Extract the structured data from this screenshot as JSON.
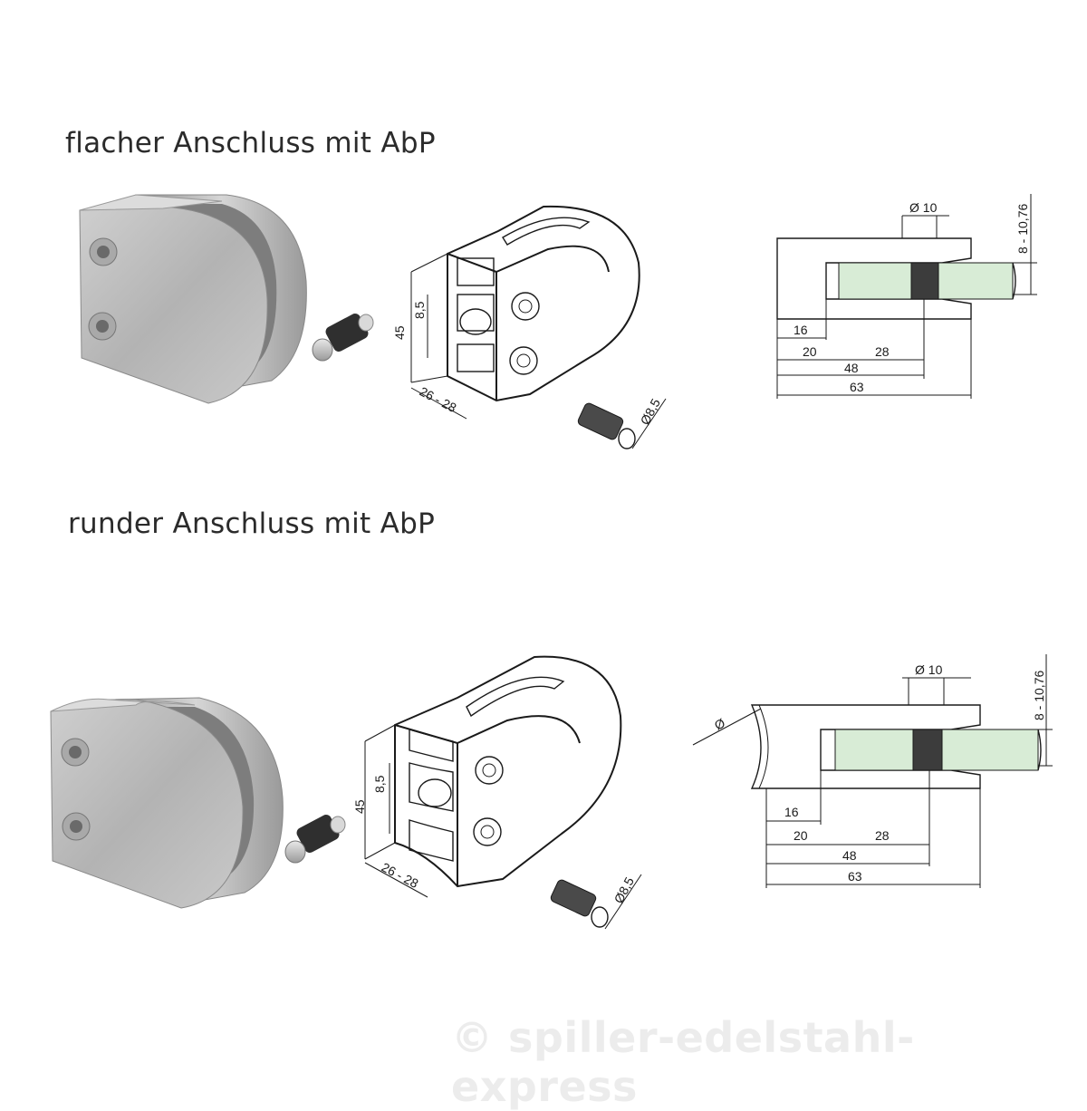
{
  "headings": {
    "flat": "flacher Anschluss mit AbP",
    "round": "runder Anschluss mit AbP"
  },
  "dims": {
    "height": "45",
    "hole": "8,5",
    "thickness_range": "26 - 28",
    "pin_diameter": "Ø8,5",
    "bore": "Ø 10",
    "glass": "8 - 10,76",
    "d16": "16",
    "d20": "20",
    "d28": "28",
    "d48": "48",
    "d63": "63",
    "tube_diameter": "Ø"
  },
  "watermark": "© spiller-edelstahl-express",
  "colors": {
    "steel": "#b9b9b9",
    "glass": "#d8ecd6",
    "rubber": "#3c3c3c"
  }
}
